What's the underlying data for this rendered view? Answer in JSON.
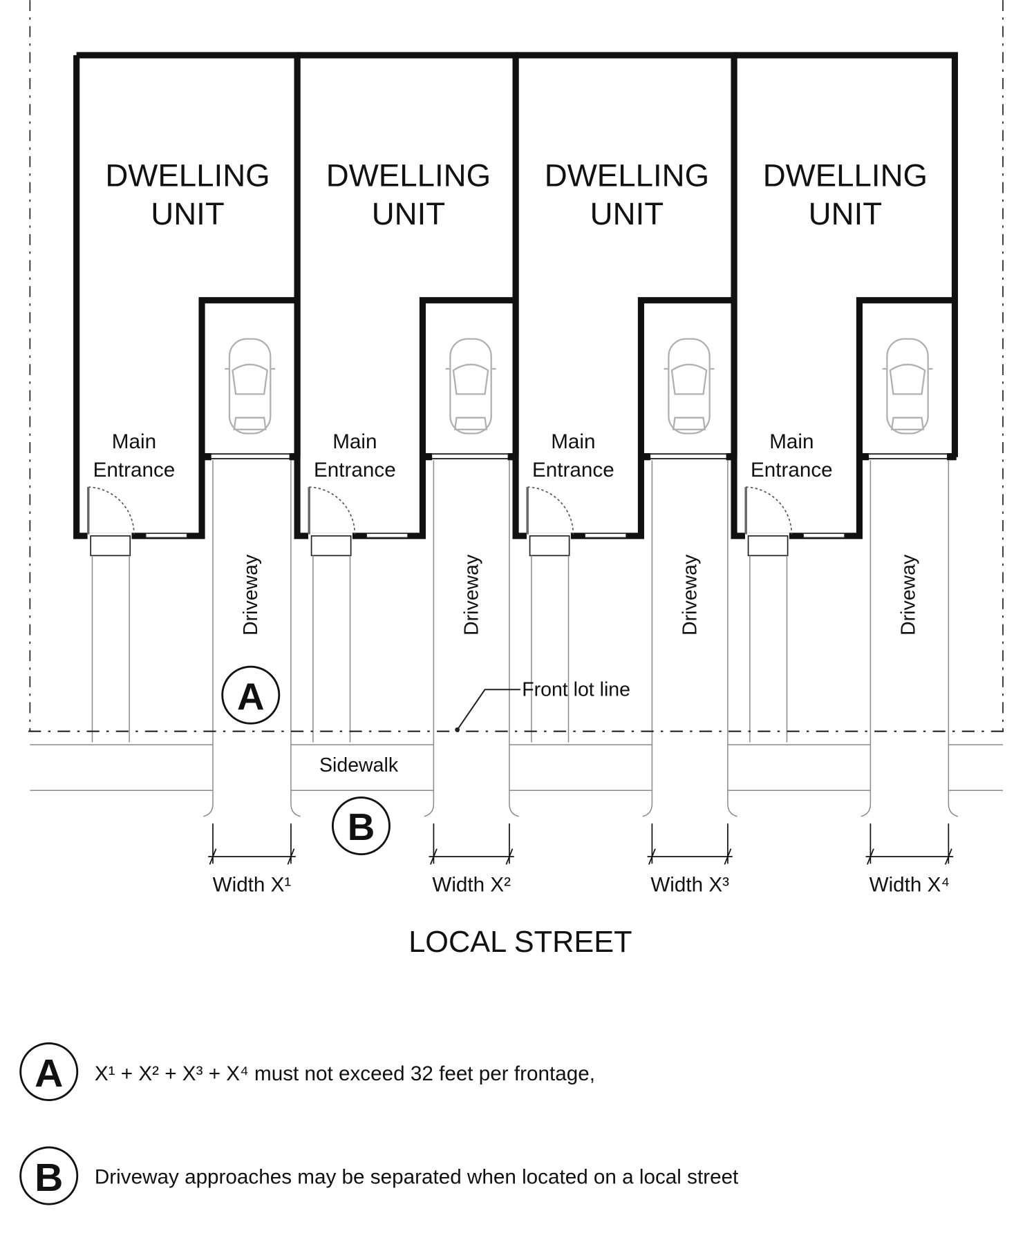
{
  "units": [
    {
      "title_line1": "DWELLING",
      "title_line2": "UNIT",
      "entrance_line1": "Main",
      "entrance_line2": "Entrance",
      "driveway_label": "Driveway",
      "width_label": "Width X¹"
    },
    {
      "title_line1": "DWELLING",
      "title_line2": "UNIT",
      "entrance_line1": "Main",
      "entrance_line2": "Entrance",
      "driveway_label": "Driveway",
      "width_label": "Width X²"
    },
    {
      "title_line1": "DWELLING",
      "title_line2": "UNIT",
      "entrance_line1": "Main",
      "entrance_line2": "Entrance",
      "driveway_label": "Driveway",
      "width_label": "Width X³"
    },
    {
      "title_line1": "DWELLING",
      "title_line2": "UNIT",
      "entrance_line1": "Main",
      "entrance_line2": "Entrance",
      "driveway_label": "Driveway",
      "width_label": "Width X⁴"
    }
  ],
  "labels": {
    "front_lot_line": "Front lot line",
    "sidewalk": "Sidewalk",
    "street": "LOCAL STREET",
    "marker_a": "A",
    "marker_b": "B"
  },
  "legend": [
    {
      "marker": "A",
      "text": "X¹ + X² + X³ +  X⁴  must not exceed 32 feet per frontage,"
    },
    {
      "marker": "B",
      "text": "Driveway approaches may be separated when located on a local street"
    }
  ],
  "colors": {
    "wall": "#111111",
    "line": "#888888",
    "car": "#b0b0b0"
  }
}
